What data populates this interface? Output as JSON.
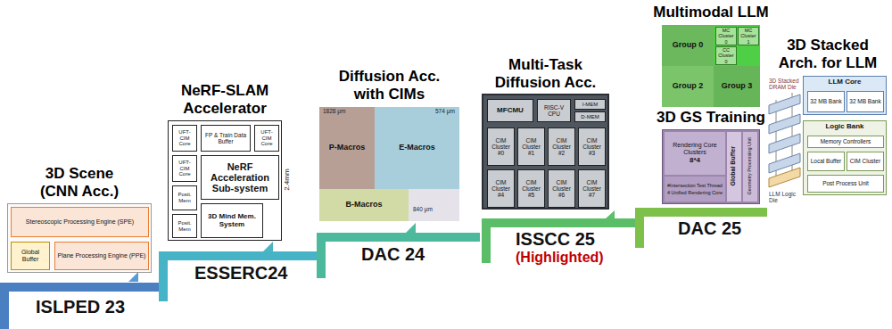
{
  "diagram": {
    "nodes": [
      {
        "text": [
          "3D Scene (CNN Acc.)"
        ]
      },
      {
        "text": [
          "Stereoscopic Processing Engine (SPE)"
        ],
        "in": 0
      },
      {
        "text": [
          "Global Buffer"
        ],
        "in": 0
      },
      {
        "text": [
          "Plane Processing Engine (PPE)"
        ],
        "in": 0
      },
      {
        "text": [
          "NeRF-SLAM Accelerator"
        ]
      },
      {
        "text": [
          "UFT-CIM Core"
        ],
        "in": 4
      },
      {
        "text": [
          "FP & Train Data Buffer"
        ],
        "in": 4
      },
      {
        "text": [
          "UFT-CIM Core"
        ],
        "in": 4
      },
      {
        "text": [
          "UFT-CIM Core"
        ],
        "in": 4
      },
      {
        "text": [
          "NeRF Acceleration Sub-system"
        ],
        "in": 4
      },
      {
        "text": [
          "Posit. Mem"
        ],
        "in": 4
      },
      {
        "text": [
          "3D Mind Mem. System"
        ],
        "in": 4
      },
      {
        "text": [
          "Posit. Mem"
        ],
        "in": 4
      },
      {
        "text": [
          "Diffusion Acc. with CIMs"
        ]
      },
      {
        "text": [
          "P-Macros"
        ],
        "in": 13
      },
      {
        "text": [
          "E-Macros"
        ],
        "in": 13
      },
      {
        "text": [
          "B-Macros"
        ],
        "in": 13
      },
      {
        "text": [
          "Multi-Task Diffusion Acc."
        ]
      },
      {
        "text": [
          "MFCMU"
        ],
        "in": 17
      },
      {
        "text": [
          "RISC-V CPU"
        ],
        "in": 17
      },
      {
        "text": [
          "I-MEM"
        ],
        "in": 17
      },
      {
        "text": [
          "D-MEM"
        ],
        "in": 17
      },
      {
        "text": [
          "CIM Cluster #0"
        ],
        "in": 17
      },
      {
        "text": [
          "CIM Cluster #1"
        ],
        "in": 17
      },
      {
        "text": [
          "CIM Cluster #2"
        ],
        "in": 17
      },
      {
        "text": [
          "CIM Cluster #3"
        ],
        "in": 17
      },
      {
        "text": [
          "CIM Cluster #4"
        ],
        "in": 17
      },
      {
        "text": [
          "CIM Cluster #5"
        ],
        "in": 17
      },
      {
        "text": [
          "CIM Cluster #6"
        ],
        "in": 17
      },
      {
        "text": [
          "CIM Cluster #7"
        ],
        "in": 17
      },
      {
        "text": [
          "Multimodal LLM"
        ]
      },
      {
        "text": [
          "Group 0"
        ],
        "in": 30
      },
      {
        "text": [
          "MC Cluster 0"
        ],
        "in": 30
      },
      {
        "text": [
          "MC Cluster 1"
        ],
        "in": 30
      },
      {
        "text": [
          "CC Cluster 0"
        ],
        "in": 30
      },
      {
        "text": [
          "Group 2"
        ],
        "in": 30
      },
      {
        "text": [
          "Group 3"
        ],
        "in": 30
      },
      {
        "text": [
          "3D GS Training"
        ]
      },
      {
        "text": [
          "Rendering Core Clusters",
          "8*4"
        ],
        "in": 37
      },
      {
        "text": [
          "#Intersection Test Thread",
          "4 Unified Rendering Core"
        ],
        "in": 37
      },
      {
        "text": [
          "Global Buffer"
        ],
        "in": 37
      },
      {
        "text": [
          "Geometry Processing Unit"
        ],
        "in": 37
      },
      {
        "text": [
          "3D Stacked Arch. for LLM"
        ]
      },
      {
        "text": [
          "LLM Core"
        ],
        "in": 42
      },
      {
        "text": [
          "32 MB Bank"
        ],
        "in": 43
      },
      {
        "text": [
          "32 MB Bank"
        ],
        "in": 43
      },
      {
        "text": [
          "Logic Bank"
        ],
        "in": 42
      },
      {
        "text": [
          "Memory Controllers"
        ],
        "in": 46
      },
      {
        "text": [
          "Local Buffer"
        ],
        "in": 46
      },
      {
        "text": [
          "CIM Cluster"
        ],
        "in": 46
      },
      {
        "text": [
          "Post Process Unit"
        ],
        "in": 46
      }
    ],
    "labels": [
      "ISLPED 23",
      "ESSERC24",
      "DAC 24",
      "ISSCC 25",
      "(Highlighted)",
      "DAC 25",
      "2.4mm",
      "1828 μm",
      "574 μm",
      "840 μm",
      "3D Stacked DRAM Die",
      "LLM Logic Die"
    ]
  }
}
